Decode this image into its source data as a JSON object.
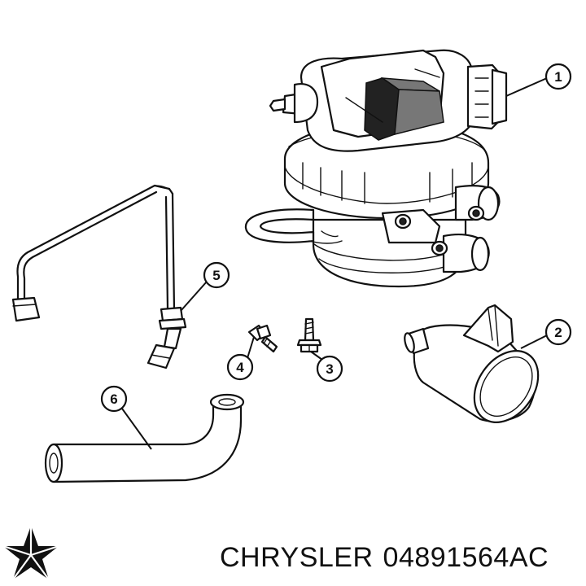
{
  "callouts": [
    {
      "number": "1"
    },
    {
      "number": "2"
    },
    {
      "number": "3"
    },
    {
      "number": "4"
    },
    {
      "number": "5"
    },
    {
      "number": "6"
    }
  ],
  "caption": {
    "brand": "CHRYSLER",
    "part_number": "04891564AC"
  },
  "logo": {
    "icon": "pentastar-logo-icon"
  },
  "colors": {
    "line": "#111111",
    "background": "#ffffff"
  }
}
